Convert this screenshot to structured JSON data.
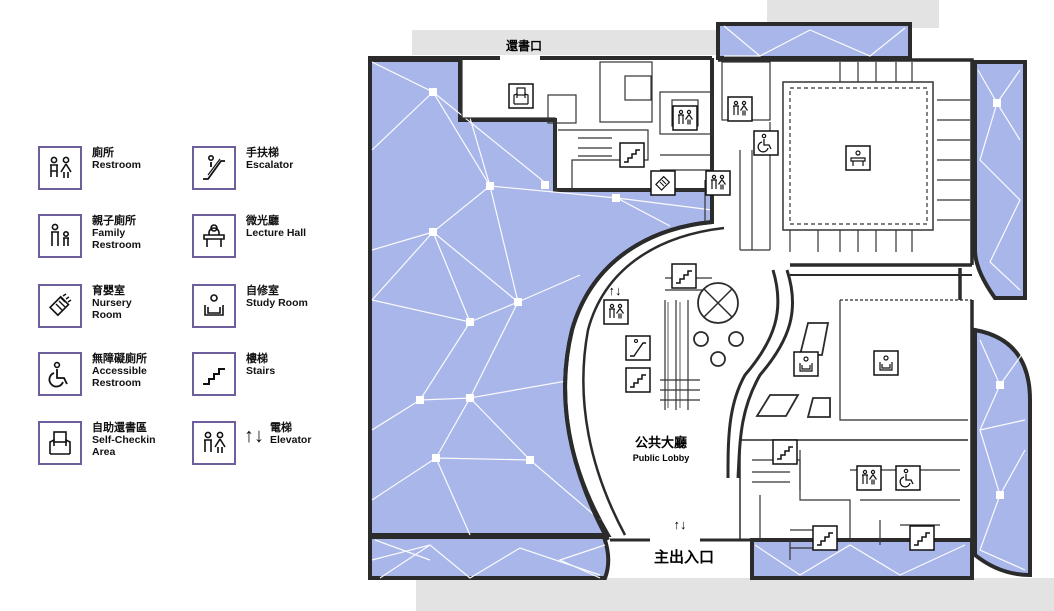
{
  "legend": {
    "restroom": {
      "zh": "廁所",
      "en": "Restroom"
    },
    "family_restroom": {
      "zh": "親子廁所",
      "en1": "Family",
      "en2": "Restroom"
    },
    "nursery": {
      "zh": "育嬰室",
      "en1": "Nursery",
      "en2": "Room"
    },
    "accessible": {
      "zh": "無障礙廁所",
      "en1": "Accessible",
      "en2": "Restroom"
    },
    "self_checkin": {
      "zh": "自助還書區",
      "en1": "Self-Checkin",
      "en2": "Area"
    },
    "escalator": {
      "zh": "手扶梯",
      "en": "Escalator"
    },
    "lecture_hall": {
      "zh": "微光廳",
      "en": "Lecture Hall"
    },
    "study_room": {
      "zh": "自修室",
      "en": "Study Room"
    },
    "stairs": {
      "zh": "樓梯",
      "en": "Stairs"
    },
    "elevator": {
      "zh": "電梯",
      "en": "Elevator",
      "arrows": "↑↓"
    }
  },
  "map": {
    "book_return": "還書口",
    "public_lobby_zh": "公共大廳",
    "public_lobby_en": "Public Lobby",
    "main_entrance": "主出入口",
    "elevator_arrows": "↑↓"
  },
  "colors": {
    "courtyard_fill": "#a9b6ea",
    "wall": "#2b2b2b",
    "icon_border": "#6e5e9e",
    "outer_ground": "#e3e3e3"
  }
}
